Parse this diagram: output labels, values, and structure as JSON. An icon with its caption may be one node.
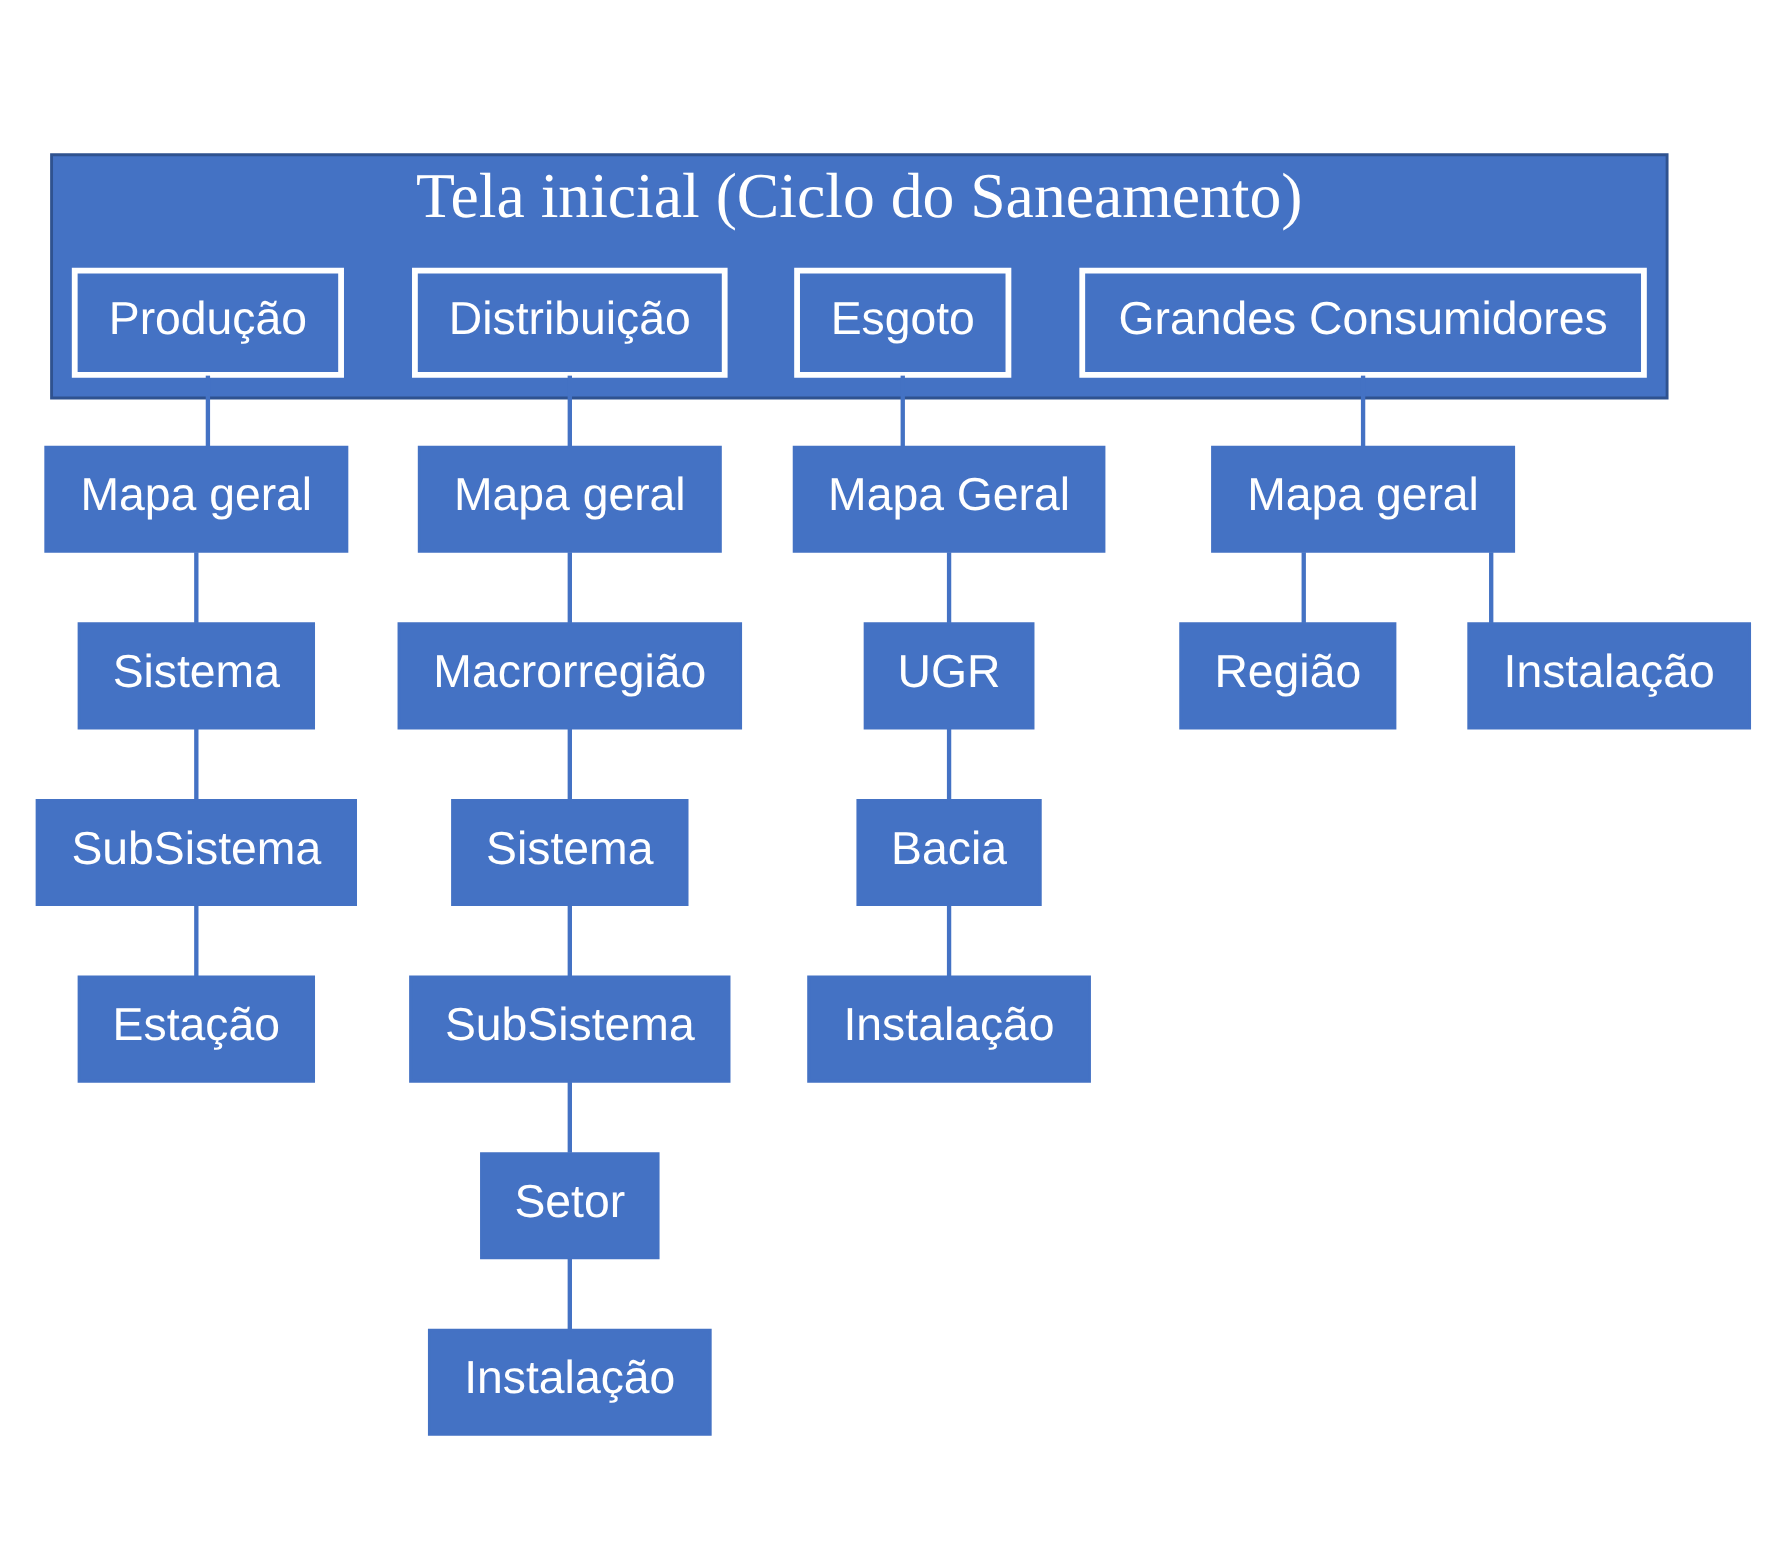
{
  "diagram": {
    "nodes": [
      {
        "text": [
          "Tela inicial (Ciclo do Saneamento)"
        ]
      },
      {
        "text": [
          "Produção"
        ],
        "in": 0
      },
      {
        "text": [
          "Distribuição"
        ],
        "in": 0
      },
      {
        "text": [
          "Esgoto"
        ],
        "in": 0
      },
      {
        "text": [
          "Grandes Consumidores"
        ],
        "in": 0
      },
      {
        "text": [
          "Mapa geral"
        ]
      },
      {
        "text": [
          "Sistema"
        ]
      },
      {
        "text": [
          "SubSistema"
        ]
      },
      {
        "text": [
          "Estação"
        ]
      },
      {
        "text": [
          "Mapa geral"
        ]
      },
      {
        "text": [
          "Macrorregião"
        ]
      },
      {
        "text": [
          "Sistema"
        ]
      },
      {
        "text": [
          "SubSistema"
        ]
      },
      {
        "text": [
          "Setor"
        ]
      },
      {
        "text": [
          "Instalação"
        ]
      },
      {
        "text": [
          "Mapa Geral"
        ]
      },
      {
        "text": [
          "UGR"
        ]
      },
      {
        "text": [
          "Bacia"
        ]
      },
      {
        "text": [
          "Instalação"
        ]
      },
      {
        "text": [
          "Mapa geral"
        ]
      },
      {
        "text": [
          "Região"
        ]
      },
      {
        "text": [
          "Instalação"
        ]
      }
    ],
    "edges": [
      {
        "from": 1,
        "to": 5,
        "arrow": "none"
      },
      {
        "from": 5,
        "to": 6,
        "arrow": "none"
      },
      {
        "from": 6,
        "to": 7,
        "arrow": "none"
      },
      {
        "from": 7,
        "to": 8,
        "arrow": "none"
      },
      {
        "from": 2,
        "to": 9,
        "arrow": "none"
      },
      {
        "from": 9,
        "to": 10,
        "arrow": "none"
      },
      {
        "from": 10,
        "to": 11,
        "arrow": "none"
      },
      {
        "from": 11,
        "to": 12,
        "arrow": "none"
      },
      {
        "from": 12,
        "to": 13,
        "arrow": "none"
      },
      {
        "from": 13,
        "to": 14,
        "arrow": "none"
      },
      {
        "from": 3,
        "to": 15,
        "arrow": "none"
      },
      {
        "from": 15,
        "to": 16,
        "arrow": "none"
      },
      {
        "from": 16,
        "to": 17,
        "arrow": "none"
      },
      {
        "from": 17,
        "to": 18,
        "arrow": "none"
      },
      {
        "from": 4,
        "to": 19,
        "arrow": "none"
      },
      {
        "from": 19,
        "to": 20,
        "arrow": "none"
      },
      {
        "from": 19,
        "to": 21,
        "arrow": "none"
      }
    ]
  }
}
